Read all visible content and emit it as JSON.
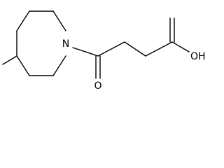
{
  "molecule": {
    "atoms": {
      "nitrogen": "N",
      "carbonyl_oxygen": "O",
      "hydroxyl": "OH"
    },
    "colors": {
      "bond": "#000000",
      "text": "#000000",
      "background": "#ffffff"
    }
  }
}
